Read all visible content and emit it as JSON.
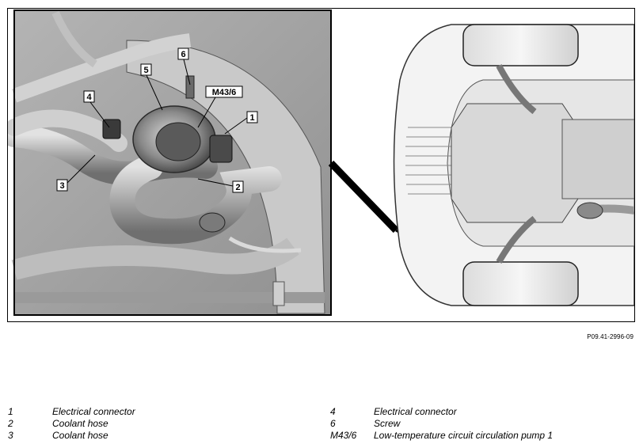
{
  "figure": {
    "reference_code": "P09.41-2996-09",
    "callouts": [
      "6",
      "5",
      "M43/6",
      "4",
      "1",
      "3",
      "2"
    ]
  },
  "legend": {
    "left": [
      {
        "num": "1",
        "text": "Electrical connector"
      },
      {
        "num": "2",
        "text": "Coolant hose"
      },
      {
        "num": "3",
        "text": "Coolant hose"
      }
    ],
    "right": [
      {
        "num": "4",
        "text": "Electrical connector"
      },
      {
        "num": "6",
        "text": "Screw"
      },
      {
        "num": "M43/6",
        "text": "Low-temperature circuit circulation pump 1"
      }
    ]
  },
  "colors": {
    "detail_bg": "#a7a7a7",
    "callout_box": "#ffffff",
    "outline": "#000000"
  }
}
